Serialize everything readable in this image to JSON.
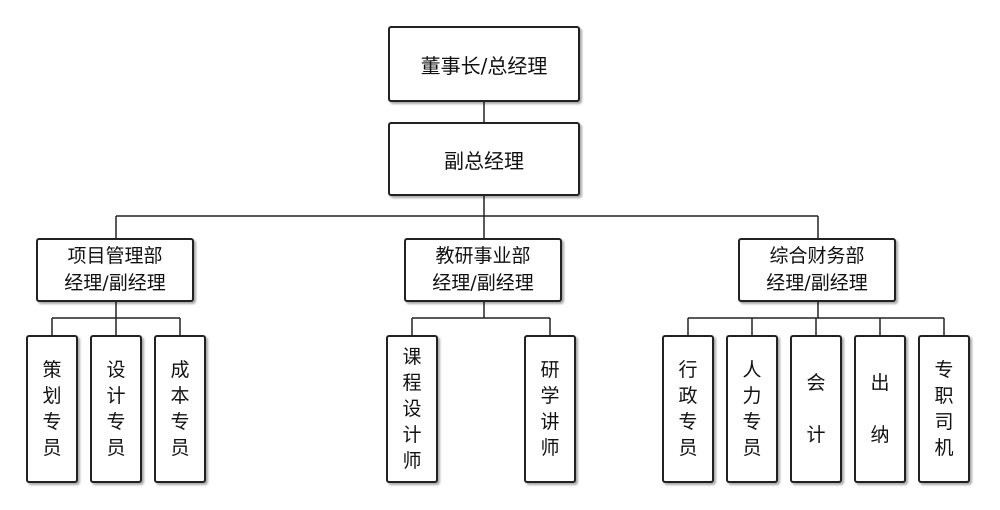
{
  "top": {
    "chairman": "董事长/总经理",
    "vice": "副总经理"
  },
  "departments": [
    {
      "label": "项目管理部\n经理/副经理",
      "staff": [
        "策\n划\n专\n员",
        "设\n计\n专\n员",
        "成\n本\n专\n员"
      ]
    },
    {
      "label": "教研事业部\n经理/副经理",
      "staff": [
        "课\n程\n设\n计\n师",
        "研\n学\n讲\n师"
      ]
    },
    {
      "label": "综合财务部\n经理/副经理",
      "staff": [
        "行\n政\n专\n员",
        "人\n力\n专\n员",
        "会\n\n计",
        "出\n\n纳",
        "专\n职\n司\n机"
      ]
    }
  ]
}
